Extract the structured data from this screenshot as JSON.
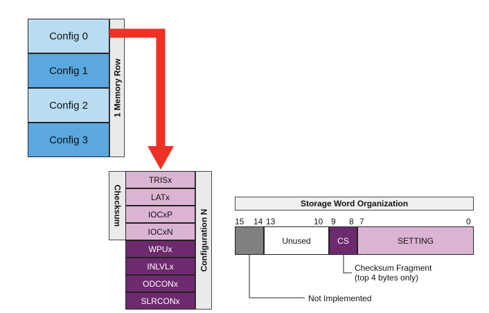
{
  "memory_row": {
    "label": "1 Memory Row",
    "configs": [
      "Config 0",
      "Config 1",
      "Config 2",
      "Config 3"
    ]
  },
  "configuration": {
    "label": "Configuration N",
    "checksum_label": "Checksum",
    "registers": [
      "TRISx",
      "LATx",
      "IOCxP",
      "IOCxN",
      "WPUx",
      "INLVLx",
      "ODCONx",
      "SLRCONx"
    ]
  },
  "storage": {
    "title": "Storage Word Organization",
    "bits": {
      "b15": "15",
      "b14": "14",
      "b13": "13",
      "b10": "10",
      "b9": "9",
      "b8": "8",
      "b7": "7",
      "b0": "0"
    },
    "fields": {
      "unused": "Unused",
      "cs": "CS",
      "setting": "SETTING"
    },
    "notes": {
      "checksum_line1": "Checksum Fragment",
      "checksum_line2": "(top 4 bytes only)",
      "not_implemented": "Not Implemented"
    }
  },
  "colors": {
    "arrow": "#ee3124",
    "config_light": "#b9dcf3",
    "config_dark": "#5aa8df",
    "register_light": "#dcb4d3",
    "register_dark": "#6e2a6e",
    "not_implemented": "#808080"
  }
}
